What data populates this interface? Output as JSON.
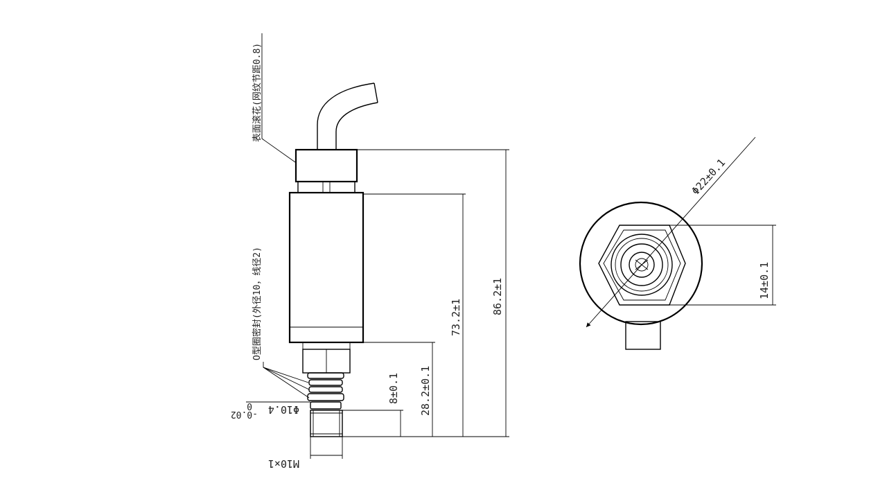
{
  "annotations": {
    "knurl_note": "表面滚花(网纹节距0.8)",
    "oring_note": "O型圈密封(外径10，线径2)"
  },
  "dimensions": {
    "total_length": "86.2±1",
    "body_length": "73.2±1",
    "hex_length": "28.2±0.1",
    "thread_length": "8±0.1",
    "thread_diameter": "Φ10.4",
    "thread_diameter_tol": "-0.02",
    "thread_diameter_tol_lower": "0",
    "thread_size": "M10×1",
    "outer_diameter": "Φ22±0.1",
    "hex_flat": "14±0.1"
  }
}
